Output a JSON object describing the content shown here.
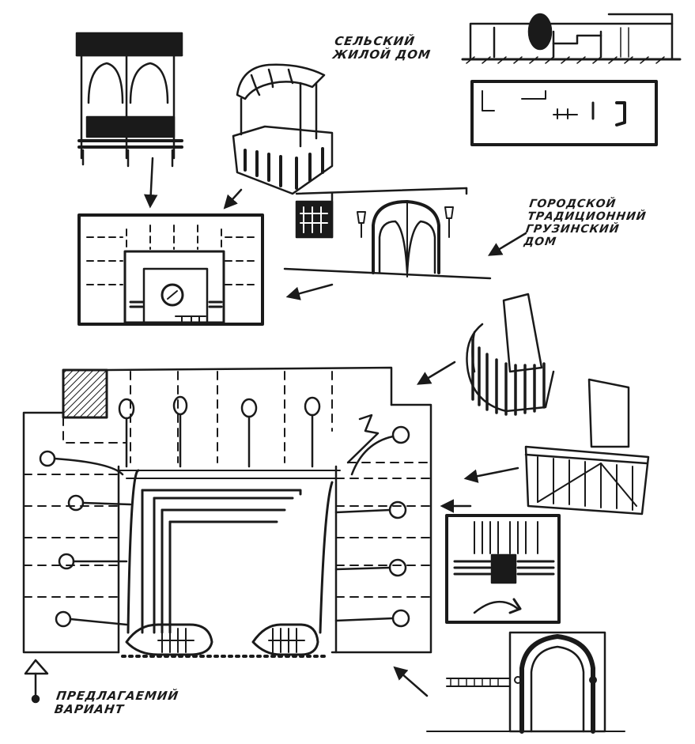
{
  "labels": {
    "rural_house": [
      "СЕЛЬСКИЙ",
      "ЖИЛОЙ ДОМ"
    ],
    "urban_house": [
      "ГОРОДСКОЙ",
      "ТРАДИЦИОННИЙ",
      "ГРУЗИНСКИЙ",
      "ДОМ"
    ],
    "proposed_variant": [
      "ПРЕДЛАГАЕМИЙ",
      "ВАРИАНТ"
    ]
  },
  "colors": {
    "ink": "#1a1a1a",
    "paper": "#ffffff"
  },
  "icons": {
    "north": "north-arrow-icon"
  }
}
